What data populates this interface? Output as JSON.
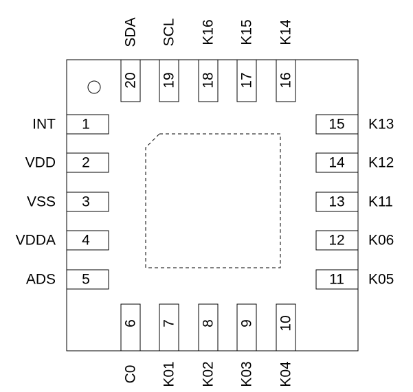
{
  "pins": {
    "left": [
      {
        "number": "1",
        "name": "INT"
      },
      {
        "number": "2",
        "name": "VDD"
      },
      {
        "number": "3",
        "name": "VSS"
      },
      {
        "number": "4",
        "name": "VDDA"
      },
      {
        "number": "5",
        "name": "ADS"
      }
    ],
    "bottom": [
      {
        "number": "6",
        "name": "C0"
      },
      {
        "number": "7",
        "name": "K01"
      },
      {
        "number": "8",
        "name": "K02"
      },
      {
        "number": "9",
        "name": "K03"
      },
      {
        "number": "10",
        "name": "K04"
      }
    ],
    "right": [
      {
        "number": "11",
        "name": "K05"
      },
      {
        "number": "12",
        "name": "K06"
      },
      {
        "number": "13",
        "name": "K11"
      },
      {
        "number": "14",
        "name": "K12"
      },
      {
        "number": "15",
        "name": "K13"
      }
    ],
    "top": [
      {
        "number": "16",
        "name": "K14"
      },
      {
        "number": "17",
        "name": "K15"
      },
      {
        "number": "18",
        "name": "K16"
      },
      {
        "number": "19",
        "name": "SCL"
      },
      {
        "number": "20",
        "name": "SDA"
      }
    ]
  }
}
